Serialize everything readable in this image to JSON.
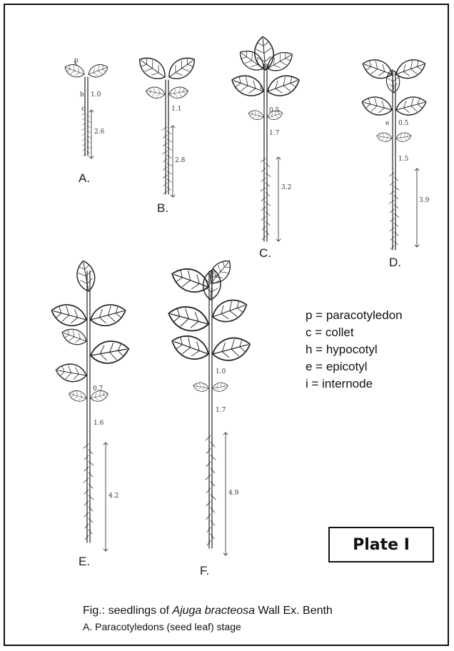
{
  "figure": {
    "seedlings": [
      {
        "label": "A.",
        "hypocotyl": "1.0",
        "root": "2.6"
      },
      {
        "label": "B.",
        "hypocotyl": "1.1",
        "root": "2.8"
      },
      {
        "label": "C.",
        "epicotyl": "0.5",
        "hypocotyl": "1.7",
        "root": "3.2"
      },
      {
        "label": "D.",
        "epicotyl": "0.5",
        "hypocotyl": "1.5",
        "root": "3.9"
      },
      {
        "label": "E.",
        "epicotyl": "0.7",
        "hypocotyl": "1.6",
        "root": "4.2"
      },
      {
        "label": "F.",
        "epicotyl": "1.0",
        "hypocotyl": "1.7",
        "root": "4.9"
      }
    ],
    "part_letters": {
      "p": "p",
      "c": "c",
      "h": "h",
      "e": "e",
      "i": "i"
    }
  },
  "legend": [
    "p = paracotyledon",
    "c = collet",
    "h = hypocotyl",
    "e = epicotyl",
    "i = internode"
  ],
  "plate_label": "Plate I",
  "caption": {
    "prefix": "Fig.: seedlings of ",
    "species": "Ajuga bracteosa",
    "suffix": " Wall Ex. Benth",
    "subline": "A. Paracotyledons (seed leaf) stage"
  }
}
